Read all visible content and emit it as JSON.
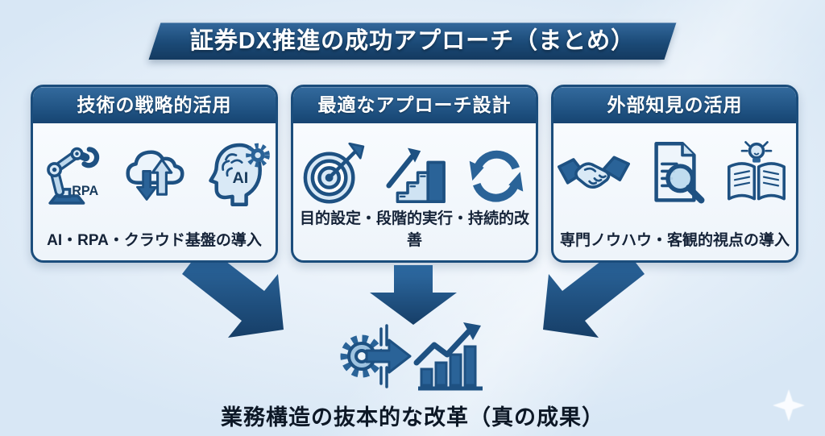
{
  "page": {
    "title_banner": "証券DX推進の成功アプローチ（まとめ）"
  },
  "cards": [
    {
      "header": "技術の戦略的活用",
      "caption": "AI・RPA・クラウド基盤の導入",
      "icons": [
        {
          "name": "robot-arm-rpa-icon",
          "label": "RPA"
        },
        {
          "name": "cloud-sync-arrows-icon"
        },
        {
          "name": "ai-brain-gear-icon",
          "label": "AI"
        }
      ]
    },
    {
      "header": "最適なアプローチ設計",
      "caption": "目的設定・段階的実行・持続的改善",
      "icons": [
        {
          "name": "target-dart-icon"
        },
        {
          "name": "stairs-growth-arrow-icon"
        },
        {
          "name": "cycle-arrows-icon"
        }
      ]
    },
    {
      "header": "外部知見の活用",
      "caption": "専門ノウハウ・客観的視点の導入",
      "icons": [
        {
          "name": "handshake-icon"
        },
        {
          "name": "document-magnifier-icon"
        },
        {
          "name": "open-book-idea-icon"
        }
      ]
    }
  ],
  "result": {
    "caption": "業務構造の抜本的な改革（真の成果）",
    "icon": "gear-to-growth-chart-icon"
  },
  "decorations": {
    "sparkle": "four-point-sparkle-icon"
  },
  "colors": {
    "background_edge": "#d8e7f5",
    "background_center": "#f6fafd",
    "primary_dark": "#1e5182",
    "primary": "#2a6398",
    "banner_top": "#33689c",
    "banner_bottom": "#143a60",
    "card_border": "#1b4d7c",
    "card_body": "#fbfdff",
    "icon_light": "#d9e9f6",
    "text_dark": "#152338"
  }
}
